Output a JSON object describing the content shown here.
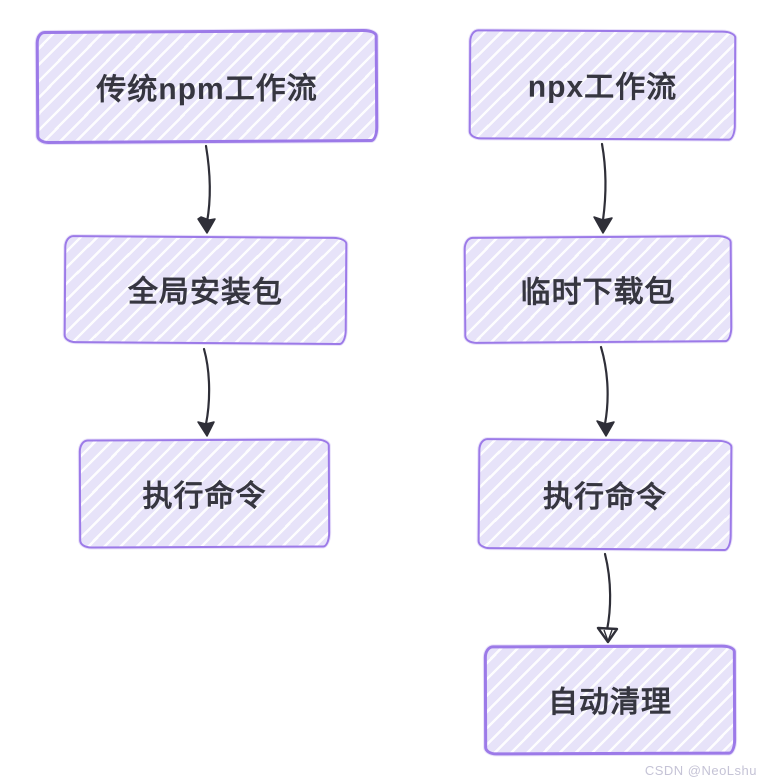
{
  "diagram": {
    "watermark": "CSDN @NeoLshu",
    "colors": {
      "background": "#ffffff",
      "box_border": "#9c7ae8",
      "box_fill": "#e7e3f9",
      "arrow": "#2f2f38",
      "label_text": "#363640",
      "watermark_text": "#c5c3d6"
    },
    "columns": [
      {
        "id": "traditional-npm-workflow",
        "nodes": [
          {
            "label": "传统npm工作流"
          },
          {
            "label": "全局安装包"
          },
          {
            "label": "执行命令"
          }
        ]
      },
      {
        "id": "npx-workflow",
        "nodes": [
          {
            "label": "npx工作流"
          },
          {
            "label": "临时下载包"
          },
          {
            "label": "执行命令"
          },
          {
            "label": "自动清理"
          }
        ]
      }
    ]
  }
}
